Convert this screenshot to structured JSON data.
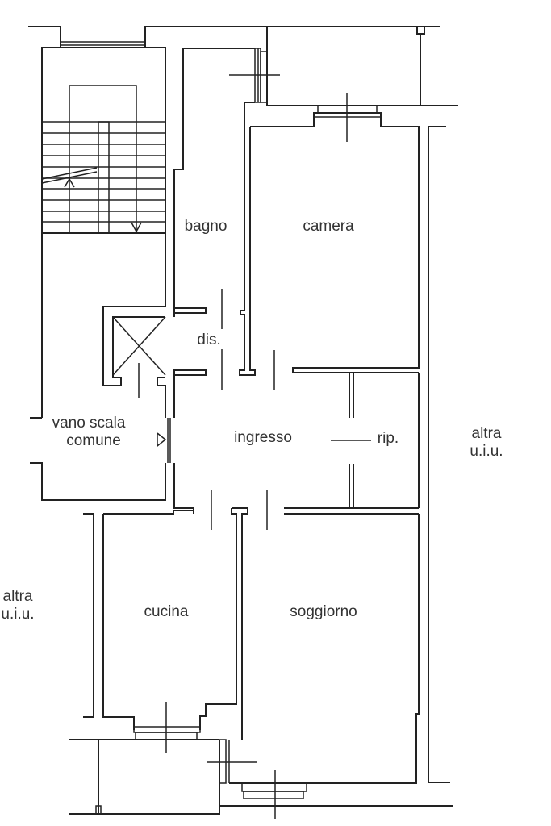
{
  "rooms": {
    "bagno": "bagno",
    "camera": "camera",
    "dis": "dis.",
    "vano_scala_line1": "vano scala",
    "vano_scala_line2": "comune",
    "ingresso": "ingresso",
    "rip": "rip.",
    "cucina": "cucina",
    "soggiorno": "soggiorno"
  },
  "neighbors": {
    "right_line1": "altra",
    "right_line2": "u.i.u.",
    "left_line1": "altra",
    "left_line2": "u.i.u."
  }
}
